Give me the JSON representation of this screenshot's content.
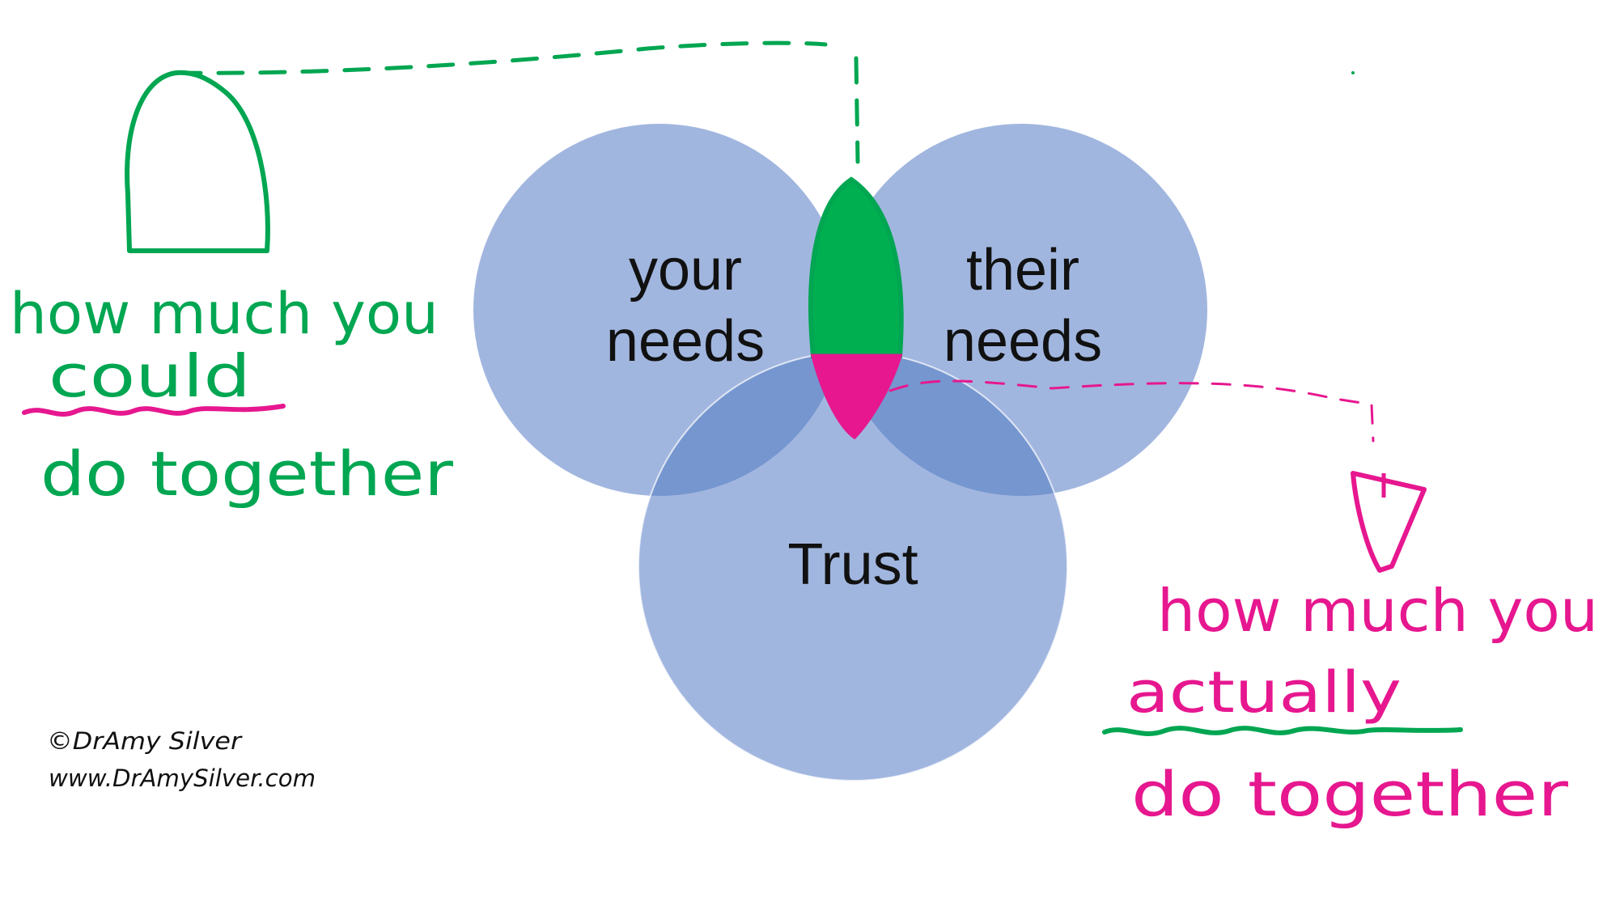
{
  "diagram": {
    "circles": {
      "left": {
        "line1": "your",
        "line2": "needs"
      },
      "right": {
        "line1": "their",
        "line2": "needs"
      },
      "bottom": {
        "label": "Trust"
      }
    },
    "green_note": {
      "line1": "how much you",
      "line2": "could",
      "line3": "do together"
    },
    "pink_note": {
      "line1": "how much you",
      "line2": "actually",
      "line3": "do together"
    },
    "credit": {
      "line1": "©DrAmy Silver",
      "line2": "www.DrAmySilver.com"
    }
  },
  "colors": {
    "circle_fill": "#a1b6df",
    "overlap_fill": "#7596cf",
    "green": "#00a651",
    "pink": "#e6178f"
  }
}
